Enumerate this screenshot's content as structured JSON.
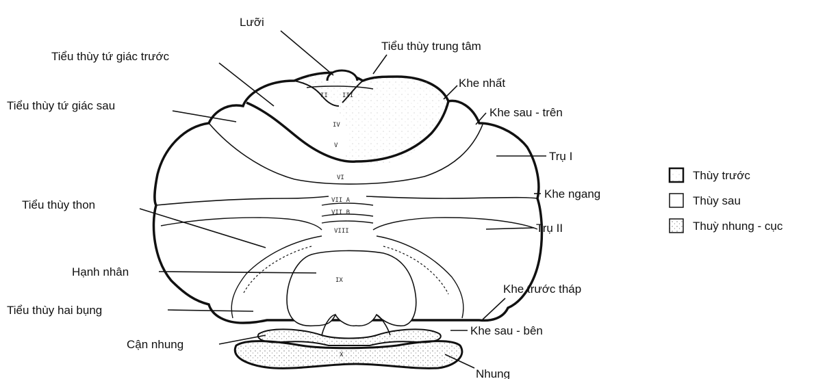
{
  "labels": {
    "luoi": "Lưỡi",
    "trung_tam": "Tiểu thùy trung tâm",
    "tu_giac_truoc": "Tiểu thùy tứ giác trước",
    "khe_nhat": "Khe nhất",
    "tu_giac_sau": "Tiểu thùy tứ giác sau",
    "khe_sau_tren": "Khe sau - trên",
    "tru_1": "Trụ I",
    "khe_ngang": "Khe ngang",
    "thon": "Tiểu thùy thon",
    "tru_2": "Trụ II",
    "hanh_nhan": "Hạnh nhân",
    "khe_truoc_thap": "Khe trước tháp",
    "hai_bung": "Tiểu thùy hai bụng",
    "khe_sau_ben": "Khe sau - bên",
    "can_nhung": "Cận nhung",
    "nhung": "Nhung"
  },
  "roman": {
    "ii": "II",
    "iii": "III",
    "iv": "IV",
    "v": "V",
    "vi": "VI",
    "vii_a": "VII A",
    "vii_b": "VII B",
    "viii": "VIII",
    "ix": "IX",
    "x": "X"
  },
  "legend": [
    {
      "label": "Thùy trước",
      "pattern": "stipple"
    },
    {
      "label": "Thùy sau",
      "pattern": "plain"
    },
    {
      "label": "Thuỳ nhung - cục",
      "pattern": "dots"
    }
  ],
  "colors": {
    "ink": "#111111",
    "background": "#ffffff"
  }
}
